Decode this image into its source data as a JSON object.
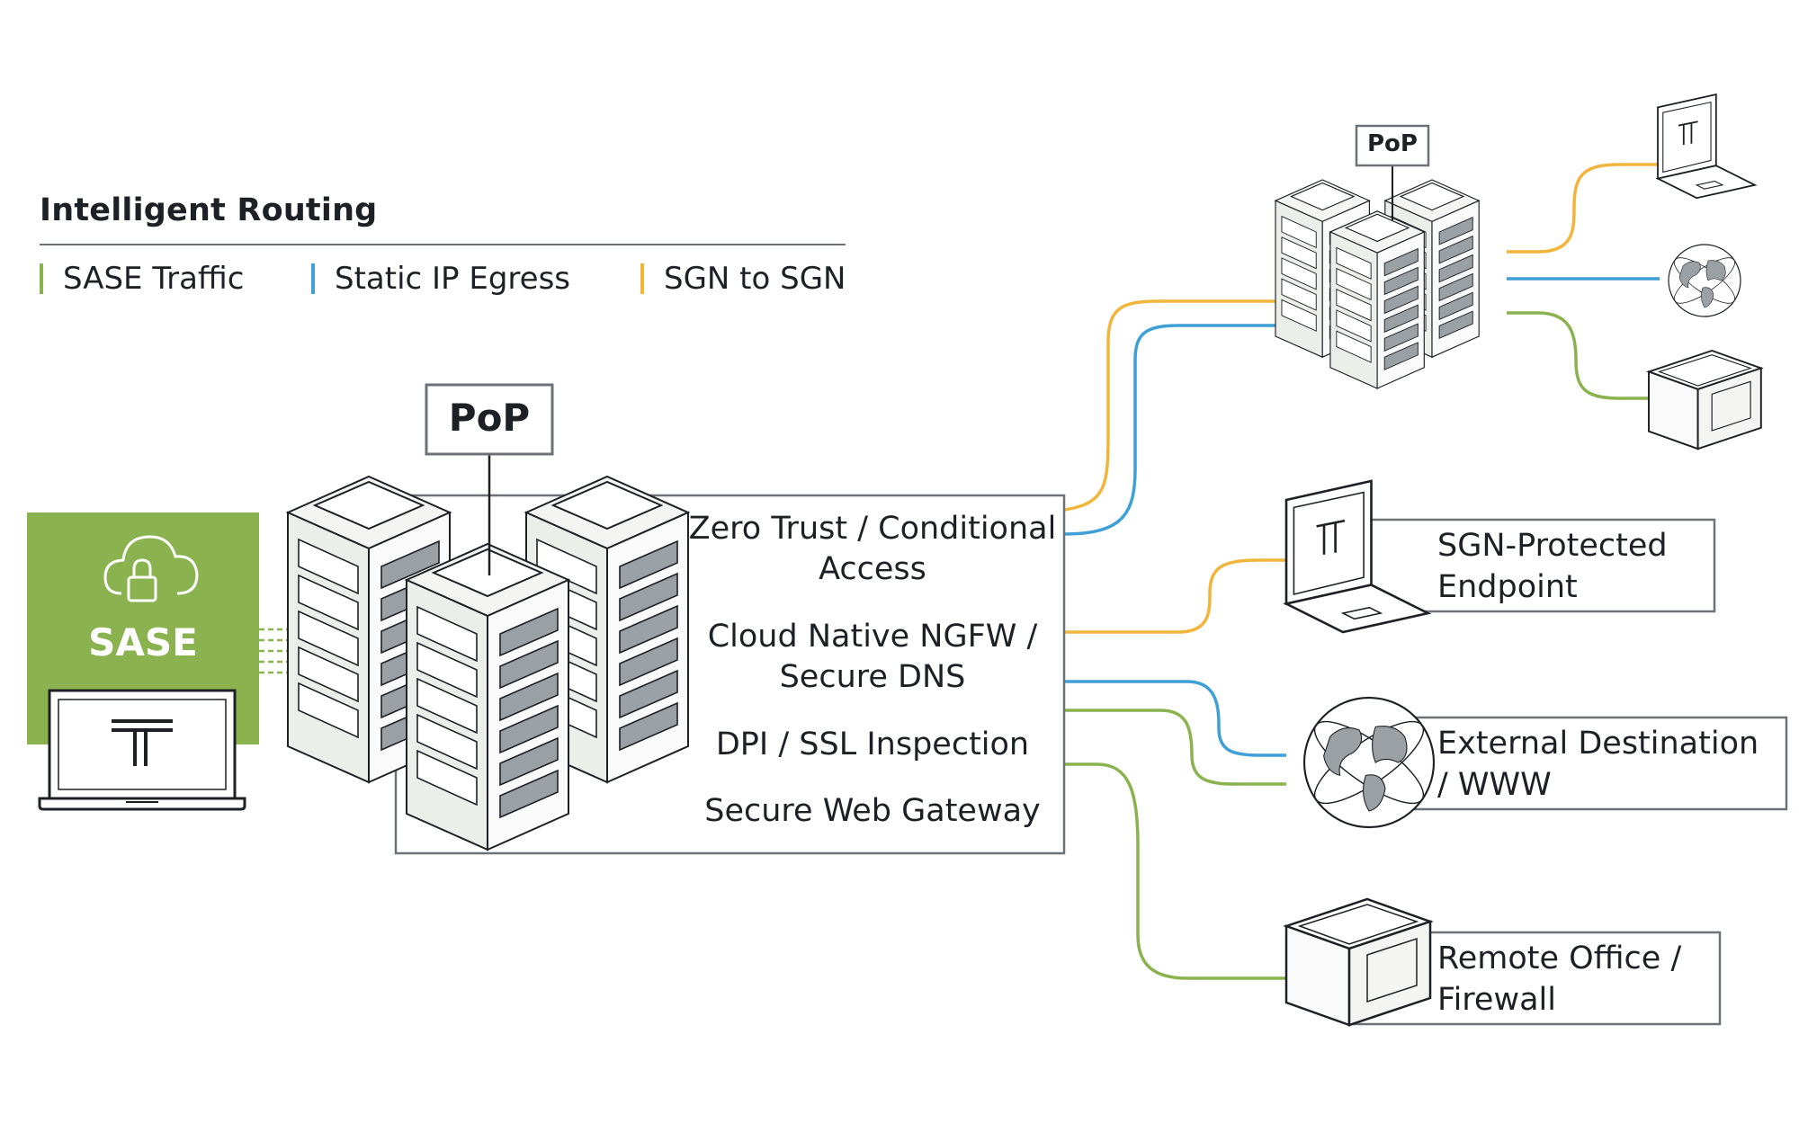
{
  "legend": {
    "title": "Intelligent Routing",
    "items": [
      {
        "label": "SASE Traffic",
        "color": "#8ab24f"
      },
      {
        "label": "Static IP Egress",
        "color": "#3ea0d6"
      },
      {
        "label": "SGN to SGN",
        "color": "#f2b53c"
      }
    ]
  },
  "sase": {
    "label": "SASE",
    "color": "#8ab24f"
  },
  "pop_main": {
    "label": "PoP"
  },
  "pop_remote": {
    "label": "PoP"
  },
  "features": [
    "Zero Trust / Conditional Access",
    "Cloud Native NGFW / Secure DNS",
    "DPI / SSL Inspection",
    "Secure Web Gateway"
  ],
  "destinations": [
    "SGN-Protected Endpoint",
    "External Destination / WWW",
    "Remote Office / Firewall"
  ],
  "colors": {
    "line_stroke": "#1d2126",
    "box_fill": "#f4f5f2",
    "server_gray": "#9aa0a4"
  }
}
